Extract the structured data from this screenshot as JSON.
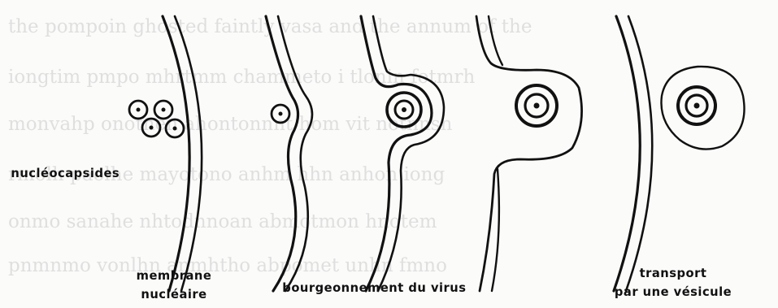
{
  "labels": {
    "nucleocapsides": "nucléocapsides",
    "membrane_line1": "membrane",
    "membrane_line2": "nucléaire",
    "bourgeonnement": "bourgeonnement du virus",
    "transport_line1": "transport",
    "transport_line2": "par une vésicule"
  },
  "colors": {
    "ink": "#111111",
    "paper": "#fbfbfa",
    "bleed": "#c9c9c9"
  }
}
